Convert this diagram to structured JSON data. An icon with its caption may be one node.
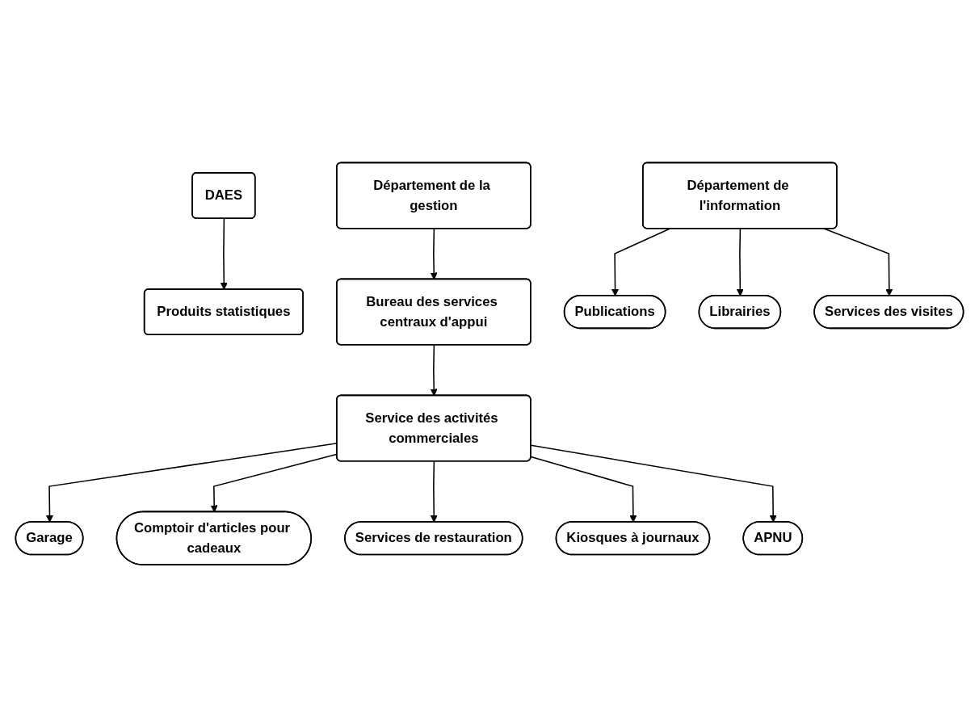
{
  "diagram": {
    "nodes": [
      {
        "text": [
          "DAES"
        ]
      },
      {
        "text": [
          "Département de la gestion"
        ]
      },
      {
        "text": [
          "Département de l'information"
        ]
      },
      {
        "text": [
          "Produits statistiques"
        ]
      },
      {
        "text": [
          "Bureau des services centraux d'appui"
        ]
      },
      {
        "text": [
          "Publications"
        ]
      },
      {
        "text": [
          "Librairies"
        ]
      },
      {
        "text": [
          "Services des visites"
        ]
      },
      {
        "text": [
          "Service des activités commerciales"
        ]
      },
      {
        "text": [
          "Garage"
        ]
      },
      {
        "text": [
          "APNU"
        ]
      },
      {
        "text": [
          "Comptoir d'articles pour cadeaux"
        ]
      },
      {
        "text": [
          "Kiosques à journaux"
        ]
      },
      {
        "text": [
          "Services de restauration"
        ]
      }
    ],
    "edges": [
      {
        "from": 0,
        "to": 3,
        "arrow": "to"
      },
      {
        "from": 1,
        "to": 4,
        "arrow": "to"
      },
      {
        "from": 2,
        "to": 5,
        "arrow": "to"
      },
      {
        "from": 2,
        "to": 6,
        "arrow": "to"
      },
      {
        "from": 2,
        "to": 7,
        "arrow": "to"
      },
      {
        "from": 4,
        "to": 8,
        "arrow": "to"
      },
      {
        "from": 8,
        "to": 9,
        "arrow": "to"
      },
      {
        "from": 8,
        "to": 11,
        "arrow": "to"
      },
      {
        "from": 8,
        "to": 13,
        "arrow": "to"
      },
      {
        "from": 8,
        "to": 12,
        "arrow": "to"
      },
      {
        "from": 8,
        "to": 10,
        "arrow": "to"
      }
    ]
  }
}
